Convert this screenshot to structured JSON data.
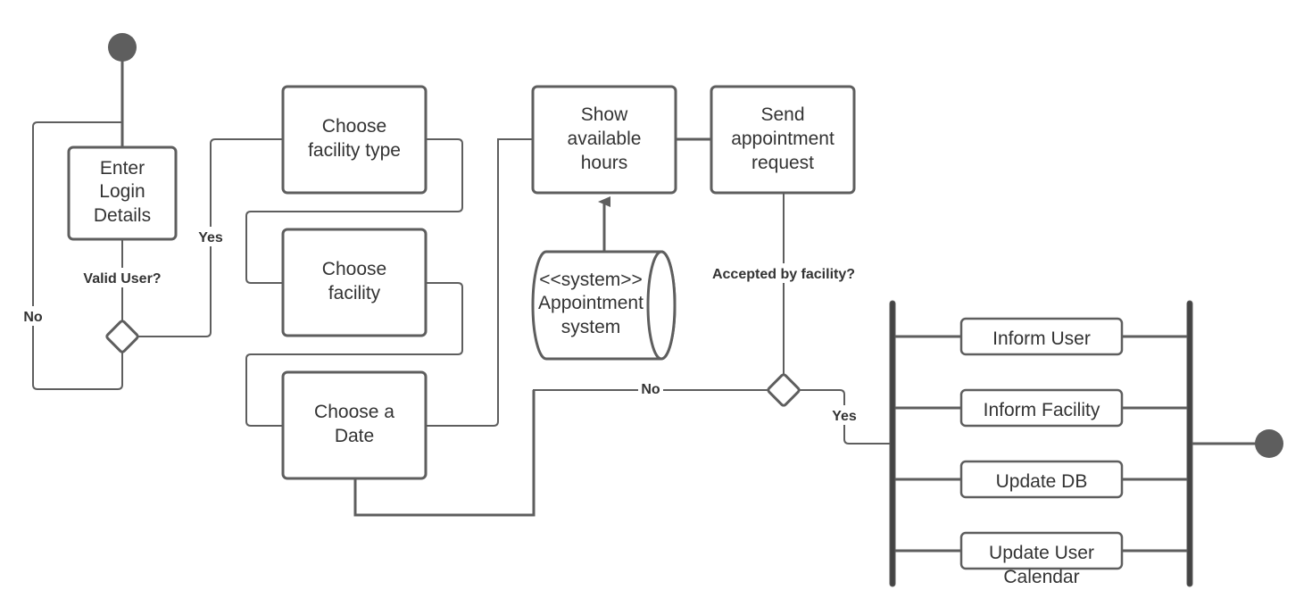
{
  "diagram": {
    "type": "UML activity diagram",
    "colors": {
      "stroke": "#5e5e5e",
      "text": "#333333",
      "fork_bar": "#444444",
      "background": "#ffffff"
    },
    "start_node": {
      "label": ""
    },
    "end_node": {
      "label": ""
    },
    "activities": {
      "enter_login": {
        "lines": [
          "Enter",
          "Login",
          "Details"
        ]
      },
      "choose_facility_type": {
        "lines": [
          "Choose",
          "facility type"
        ]
      },
      "choose_facility": {
        "lines": [
          "Choose",
          "facility"
        ]
      },
      "choose_date": {
        "lines": [
          "Choose a",
          "Date"
        ]
      },
      "show_hours": {
        "lines": [
          "Show",
          "available",
          "hours"
        ]
      },
      "send_request": {
        "lines": [
          "Send",
          "appointment",
          "request"
        ]
      },
      "inform_user": {
        "lines": [
          "Inform User"
        ]
      },
      "inform_facility": {
        "lines": [
          "Inform Facility"
        ]
      },
      "update_db": {
        "lines": [
          "Update DB"
        ]
      },
      "update_calendar": {
        "lines": [
          "Update User",
          "Calendar"
        ]
      }
    },
    "system_node": {
      "lines": [
        "<<system>>",
        "Appointment",
        "system"
      ]
    },
    "decisions": {
      "valid_user": {
        "question": "Valid User?",
        "yes_label": "Yes",
        "no_label": "No"
      },
      "accepted": {
        "question": "Accepted by facility?",
        "yes_label": "Yes",
        "no_label": "No"
      }
    }
  }
}
